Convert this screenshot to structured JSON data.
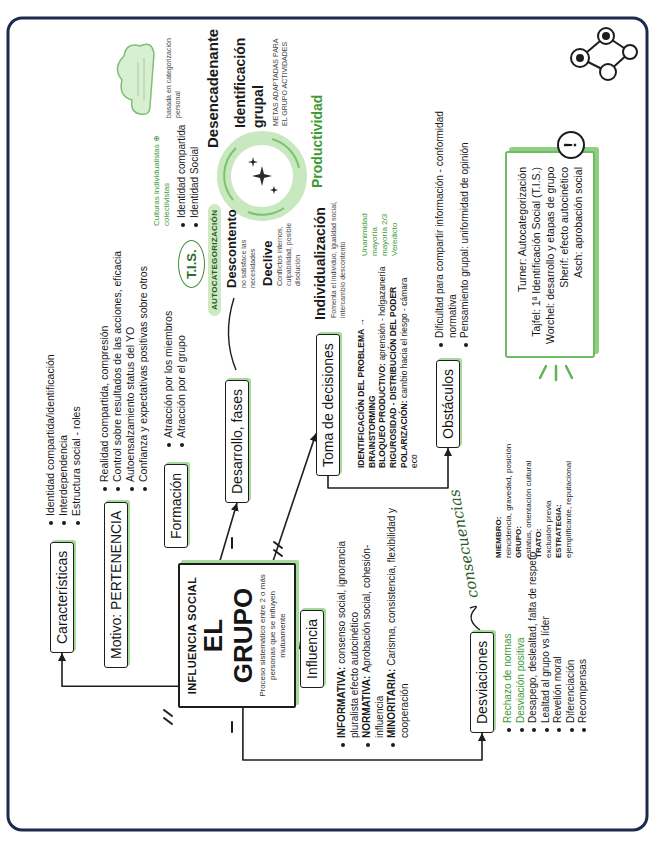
{
  "diagram": {
    "nodes": [
      {
        "text": [
          "INFLUENCIA SOCIAL",
          "EL GRUPO",
          "Proceso sistemático entre 2 o más personas que se influyen mutuamente"
        ]
      },
      {
        "text": [
          "Características"
        ]
      },
      {
        "text": [
          "Motivo: PERTENENCIA"
        ]
      },
      {
        "text": [
          "Formación"
        ]
      },
      {
        "text": [
          "Desarrollo, fases"
        ]
      },
      {
        "text": [
          "Influencia"
        ]
      },
      {
        "text": [
          "Toma de decisiones"
        ]
      },
      {
        "text": [
          "Obstáculos"
        ]
      },
      {
        "text": [
          "Desviaciones"
        ]
      },
      {
        "text": [
          "T.I.S."
        ]
      },
      {
        "text": [
          "AUTOCATEGORIZACIÓN"
        ]
      },
      {
        "text": [
          "Turner: Autocategorización",
          "Tajfel: 1ª Identificación Social (T.I.S.)",
          "Worchel: desarrollo y etapas de grupo",
          "Sherif: efecto autocinético",
          "Asch: aprobación social"
        ]
      },
      {
        "text": [
          "!"
        ]
      }
    ],
    "edges": [
      {
        "from": 0,
        "to": 1,
        "arrow": "to"
      },
      {
        "from": 0,
        "to": 4,
        "arrow": "to"
      },
      {
        "from": 0,
        "to": 5,
        "arrow": "to"
      },
      {
        "from": 0,
        "to": 6,
        "arrow": "to"
      },
      {
        "from": 0,
        "to": 8,
        "arrow": "to"
      },
      {
        "from": 6,
        "to": 7,
        "arrow": "to"
      }
    ],
    "labels": [
      "Identidad compartida/identificación",
      "Interdependencia",
      "Estructura social - roles",
      "Realidad compartida, compresión",
      "Control sobre resultados de las acciones, eficacia",
      "Autoensalzamiento status del YO",
      "Confianza y expectativas positivas sobre otros",
      "Atracción por los miembros",
      "Atracción por el grupo",
      "INFORMATIVA:",
      "consenso social, ignorancia pluralista efecto autocinético",
      "NORMATIVA:",
      "Aprobación social, cohesión-influencia",
      "MINORITARIA:",
      "Carisma, consistencia, flexibilidad y cooperación",
      "IDENTIFICACIÓN DEL PROBLEMA → BRAINSTORMING",
      "BLOQUEO PRODUCTIVO:",
      "aprensión - holgazanería",
      "RIGUROSIDAD - DISTRIBUCIÓN DEL PODER",
      "POLARIZACIÓN:",
      "cambio hacia el riesgo - cámara eco",
      "Dificultad para compartir información - conformidad normativa",
      "Pensamiento grupal: uniformidad de opinión",
      "Rechazo de normas",
      "Desviación positiva",
      "Desapego, deslealtad, falta de respeto",
      "Lealtad al grupo vs líder",
      "Revelión moral",
      "Diferenciación",
      "Recompensas",
      "consecuencias",
      "MIEMBRO:",
      "reincidencia, gravedad, posición",
      "GRUPO:",
      "estatus, orientación cultural",
      "TRATO:",
      "exclusión previa",
      "ESTRATEGIA:",
      "ejemplificante, reputacional",
      "Descontento",
      "no satisface las necesidades",
      "Desencadenante",
      "Identificación grupal",
      "METAS ADAPTADAS PARA EL GRUPO ACTIVIDADES",
      "Productividad",
      "Individualización",
      "Fomenta el individuo, igualdad social, intercambio descontento",
      "Declive",
      "Conflictos internos, culpabilidad, posible disolución",
      "Unanimidad mayoría mayoría 2/3 Veredicto",
      "Culturas individualistas ⊕ colectivistas",
      "Identidad compartida",
      "Identidad Social",
      "basada en categorización personal"
    ]
  }
}
